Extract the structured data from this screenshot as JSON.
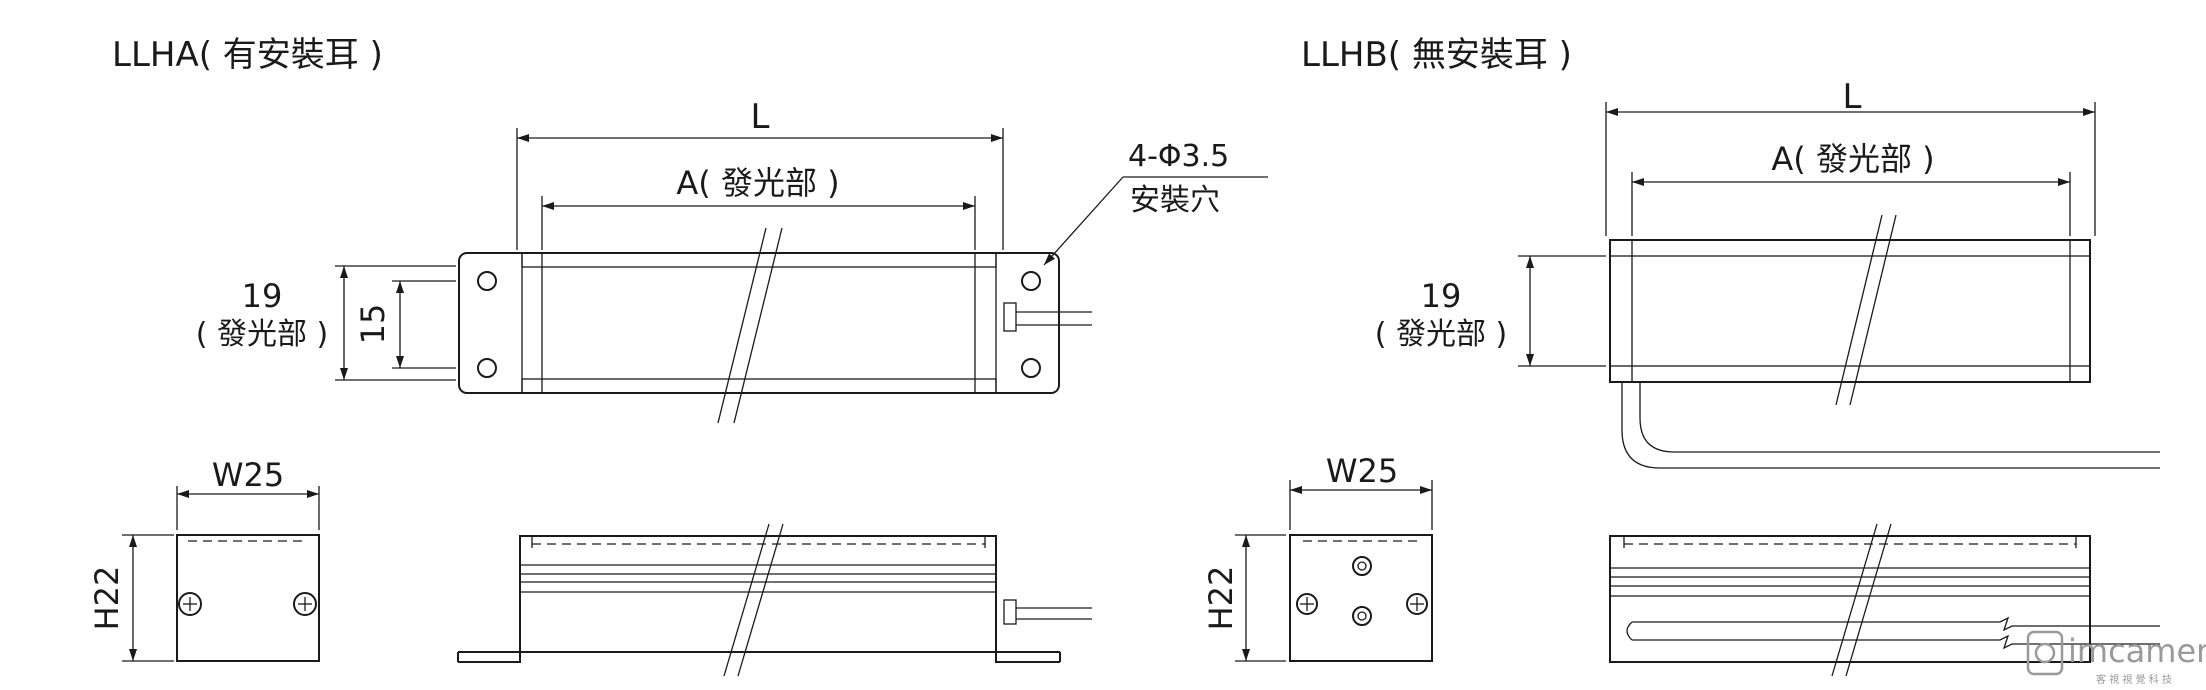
{
  "left": {
    "title": "LLHA( 有安裝耳 )",
    "dim_length": "L",
    "dim_emit": "A( 發光部 )",
    "hole_label_1": "4-Φ3.5",
    "hole_label_2": "安裝穴",
    "height_value": "19",
    "height_note": "( 發光部 )",
    "inner_height": "15",
    "width_label": "W25",
    "side_height": "H22"
  },
  "right": {
    "title": "LLHB( 無安裝耳 )",
    "dim_length": "L",
    "dim_emit": "A( 發光部 )",
    "height_value": "19",
    "height_note": "( 發光部 )",
    "width_label": "W25",
    "side_height": "H22"
  },
  "watermark": {
    "brand": "imcamera",
    "sub": "客 視 視 覺 科 技"
  }
}
